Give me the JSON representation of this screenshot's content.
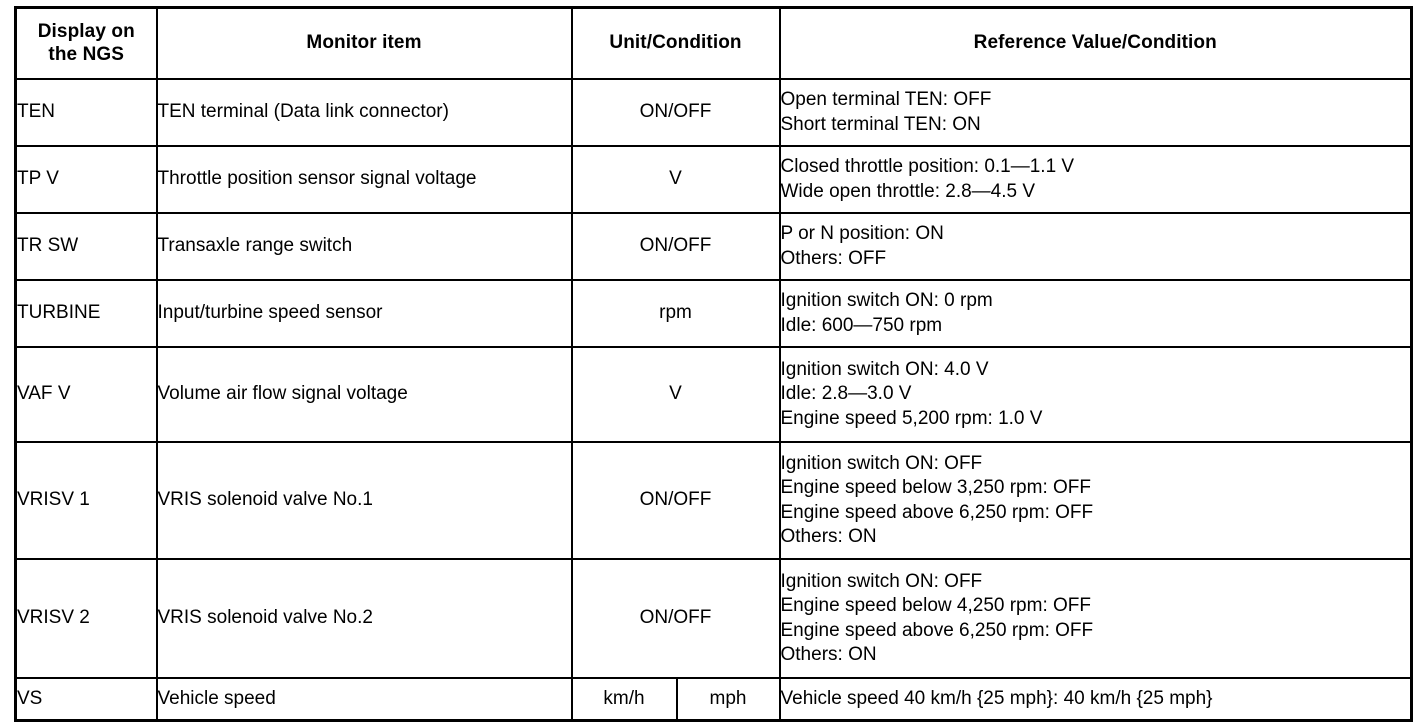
{
  "table": {
    "headers": {
      "display": "Display on the NGS",
      "display_line1": "Display on",
      "display_line2": "the NGS",
      "monitor": "Monitor item",
      "unit": "Unit/Condition",
      "reference": "Reference Value/Condition"
    },
    "rows": [
      {
        "display": "TEN",
        "monitor": "TEN terminal (Data link connector)",
        "unit": "ON/OFF",
        "reference": [
          "Open terminal TEN: OFF",
          "Short terminal TEN: ON"
        ]
      },
      {
        "display": "TP V",
        "monitor": "Throttle position sensor signal voltage",
        "unit": "V",
        "reference": [
          "Closed throttle position: 0.1—1.1 V",
          "Wide open throttle: 2.8—4.5 V"
        ]
      },
      {
        "display": "TR SW",
        "monitor": "Transaxle range switch",
        "unit": "ON/OFF",
        "reference": [
          "P or N position: ON",
          "Others: OFF"
        ]
      },
      {
        "display": "TURBINE",
        "monitor": "Input/turbine speed sensor",
        "unit": "rpm",
        "reference": [
          "Ignition switch ON: 0 rpm",
          "Idle: 600—750 rpm"
        ]
      },
      {
        "display": "VAF V",
        "monitor": "Volume air flow signal voltage",
        "unit": "V",
        "reference": [
          "Ignition switch ON: 4.0 V",
          "Idle: 2.8—3.0 V",
          "Engine speed 5,200 rpm: 1.0 V"
        ]
      },
      {
        "display": "VRISV 1",
        "monitor": "VRIS solenoid valve No.1",
        "unit": "ON/OFF",
        "reference": [
          "Ignition switch ON: OFF",
          "Engine speed below 3,250 rpm: OFF",
          "Engine speed above 6,250 rpm: OFF",
          "Others: ON"
        ]
      },
      {
        "display": "VRISV 2",
        "monitor": "VRIS solenoid valve No.2",
        "unit": "ON/OFF",
        "reference": [
          "Ignition switch ON: OFF",
          "Engine speed below 4,250 rpm: OFF",
          "Engine speed above 6,250 rpm: OFF",
          "Others: ON"
        ]
      },
      {
        "display": "VS",
        "monitor": "Vehicle speed",
        "unit_kmh": "km/h",
        "unit_mph": "mph",
        "reference": [
          "Vehicle speed 40 km/h {25 mph}: 40 km/h {25 mph}"
        ]
      }
    ]
  },
  "colors": {
    "background": "#ffffff",
    "text": "#000000",
    "border": "#000000"
  }
}
